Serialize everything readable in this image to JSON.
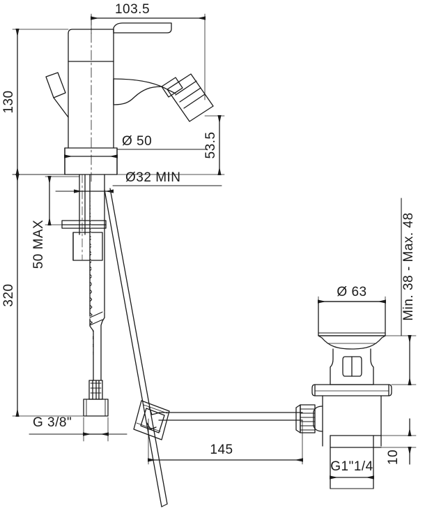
{
  "drawing": {
    "title": "Bidet mixer tap technical dimension drawing",
    "units": "mm",
    "line_color": "#1a1a1a",
    "background": "#ffffff"
  },
  "dimensions": {
    "spout_reach": "103.5",
    "overall_height": "130",
    "spout_height": "53.5",
    "body_diameter": "Ø 50",
    "hole_diameter": "Ø32  MIN",
    "deck_thickness_max": "50 MAX",
    "hose_length": "320",
    "hose_thread": "G  3/8\"",
    "pop_up_rod_length": "145",
    "waste_flange_diameter": "Ø 63",
    "waste_range": "Min. 38  -  Max. 48",
    "waste_thread": "G1\"1/4",
    "waste_offset": "10"
  },
  "parts": {
    "mixer": "single-lever-bidet-mixer",
    "flex_hose": "braided-flexible-hose",
    "pop_up_waste": "pop-up-waste-assembly",
    "lift_rod": "pop-up-lift-rod"
  }
}
